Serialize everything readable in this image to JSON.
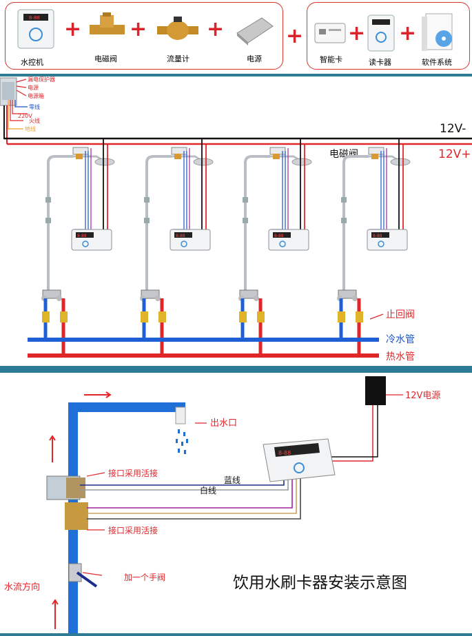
{
  "components": [
    {
      "label": "水控机",
      "icon": "card-reader-icon"
    },
    {
      "label": "电磁阀",
      "icon": "solenoid-valve-icon"
    },
    {
      "label": "流量计",
      "icon": "flow-meter-icon"
    },
    {
      "label": "电源",
      "icon": "power-supply-icon"
    }
  ],
  "system_components": [
    {
      "label": "智能卡",
      "icon": "smart-card-icon"
    },
    {
      "label": "读卡器",
      "icon": "card-reader-icon"
    },
    {
      "label": "软件系统",
      "icon": "software-box-icon"
    }
  ],
  "shower": {
    "box_labels": [
      "漏电保护器",
      "电源",
      "电源箱",
      "零线",
      "220V",
      "火线",
      "地线"
    ],
    "rail_neg": "12V-",
    "rail_pos": "12V+",
    "solenoid": "电磁阀",
    "check_valve": "止回阀",
    "cold_pipe": "冷水管",
    "hot_pipe": "热水管",
    "reader_display": "8-88",
    "units": 4
  },
  "drinking": {
    "power": "12V电源",
    "outlet": "出水口",
    "joint_top": "接口采用活接",
    "joint_bottom": "接口采用活接",
    "blue_wire": "蓝线",
    "white_wire": "白线",
    "hand_valve": "加一个手阀",
    "flow_dir": "水流方向",
    "title": "饮用水刷卡器安装示意图",
    "reader_display": "8-88"
  },
  "colors": {
    "red": "#e1262a",
    "blue": "#1a52c9",
    "accent": "#d8342c",
    "pipe_blue": "#1f5fd6"
  }
}
